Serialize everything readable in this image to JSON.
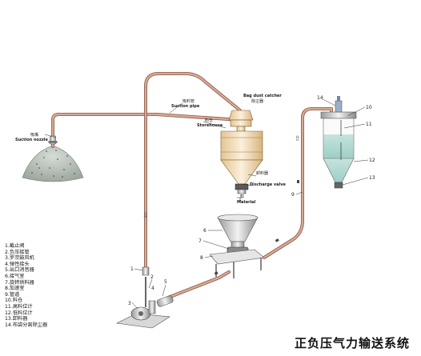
{
  "title": "正负压气力输送系统",
  "labels": {
    "suction_nozzle_cn": "吸嘴",
    "suction_nozzle_en": "Suction nozzle",
    "suction_pipe_cn": "吸料管",
    "suction_pipe_en": "Suction pipe",
    "storehouse_cn": "料仓",
    "storehouse_en": "Storehouse",
    "bag_dust_catcher_en": "Bag dust catcher",
    "bag_dust_catcher_cn": "除尘器",
    "discharger_cn": "卸料器",
    "discharge_valve_en": "Discharge valve",
    "material_cn": "料",
    "material_en": "Material"
  },
  "callouts": [
    "1",
    "2",
    "3",
    "4",
    "5",
    "6",
    "7",
    "8",
    "9",
    "10",
    "11",
    "12",
    "13",
    "14"
  ],
  "legend": [
    "1.截止阀",
    "2.负压接管",
    "3.罗茨鼓风机",
    "4.弹性接头",
    "5.出口消音器",
    "6.接气室",
    "7.旋转供料器",
    "8.加速室",
    "9.管道",
    "10.料仓",
    "11.高料位计",
    "12.低料位计",
    "13.卸料器",
    "14.布袋分离除尘器"
  ],
  "colors": {
    "pipe": "#c9917a",
    "pipe_edge": "#8a5a48",
    "silo_liquid": "#b9dcd6",
    "storehouse": "#f2dcb6",
    "metal": "#d4d4d4"
  }
}
